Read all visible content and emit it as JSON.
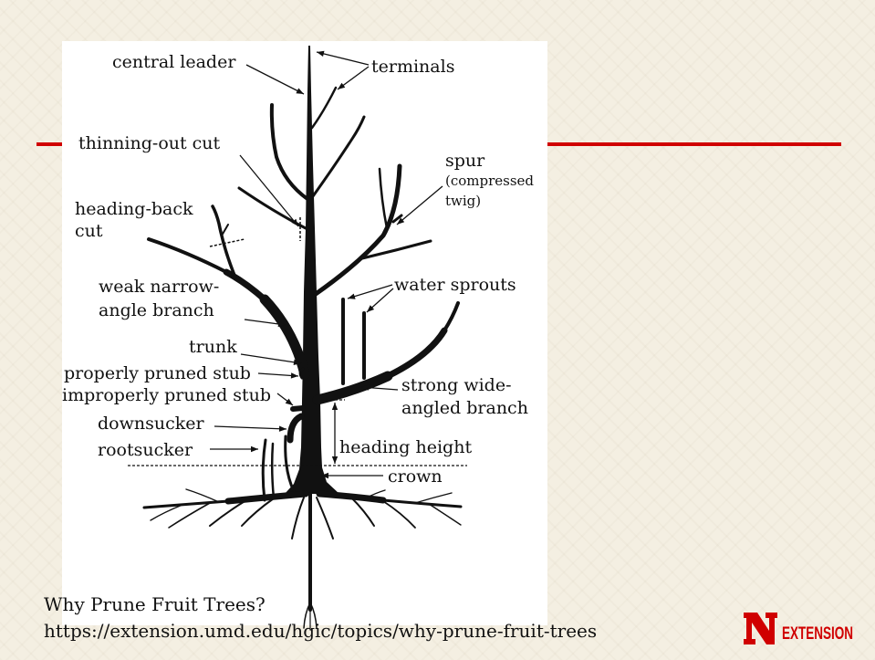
{
  "slide": {
    "colors": {
      "accent": "#d00000",
      "background": "#f4efe2",
      "ink": "#111111",
      "panel": "#ffffff"
    },
    "caption": {
      "title": "Why Prune Fruit Trees?",
      "url": "https://extension.umd.edu/hgic/topics/why-prune-fruit-trees"
    }
  },
  "diagram": {
    "labels": {
      "central_leader": "central leader",
      "terminals": "terminals",
      "thinning_out_cut": "thinning-out cut",
      "spur": "spur",
      "spur_note_1": "(compressed",
      "spur_note_2": "twig)",
      "heading_back_1": "heading-back",
      "heading_back_2": "cut",
      "weak_branch_1": "weak narrow-",
      "weak_branch_2": "angle branch",
      "water_sprouts": "water sprouts",
      "trunk": "trunk",
      "properly_pruned_stub": "properly pruned stub",
      "improperly_pruned_stub": "improperly pruned stub",
      "strong_branch_1": "strong wide-",
      "strong_branch_2": "angled branch",
      "downsucker": "downsucker",
      "heading_height": "heading height",
      "rootsucker": "rootsucker",
      "crown": "crown"
    }
  },
  "logo": {
    "mark": "N",
    "wordmark": "EXTENSION",
    "icon": "nebraska-n-logo"
  }
}
